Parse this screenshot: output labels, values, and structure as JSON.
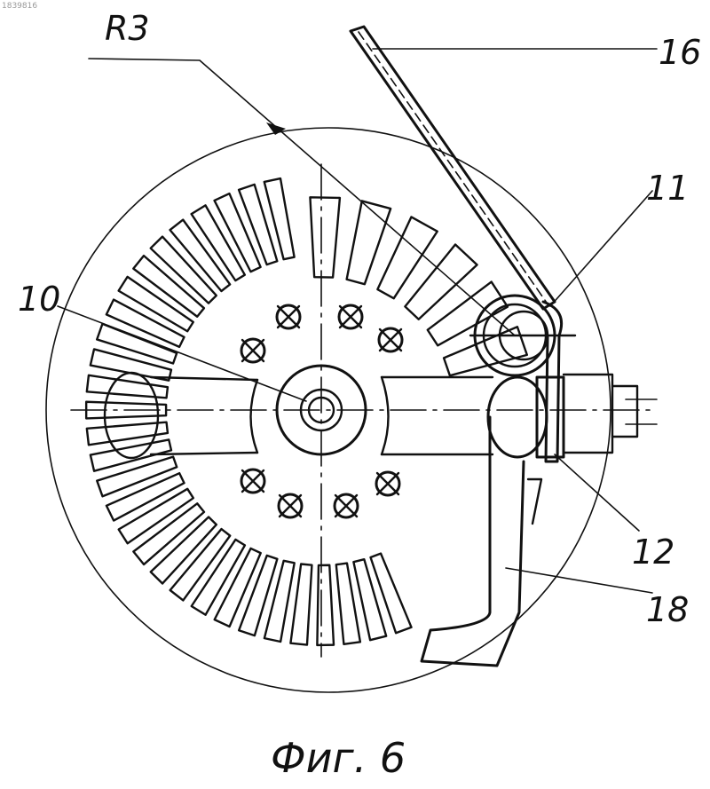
{
  "drawing": {
    "labels": {
      "r3": "R3",
      "l16": "16",
      "l11": "11",
      "l10": "10",
      "l12": "12",
      "l18": "18"
    },
    "caption": "Фиг. 6",
    "corner_code": "1839816",
    "ink_color": "#111111",
    "background": "#ffffff"
  }
}
